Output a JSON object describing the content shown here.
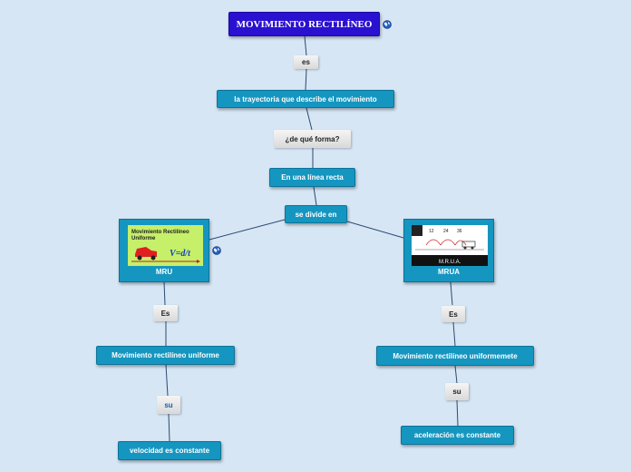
{
  "title": "MOVIMIENTO RECTILÍNEO",
  "links": {
    "es": "es",
    "forma": "¿de qué forma?",
    "es_mru": "Es",
    "es_mrua": "Es",
    "su_mru": "su",
    "su_mrua": "su"
  },
  "concepts": {
    "trayectoria": "la trayectoria que describe el movimiento",
    "linea_recta": "En una línea recta",
    "divide": "se divide en",
    "mru": "MRU",
    "mrua": "MRUA",
    "mru_def": "Movimiento rectilíneo uniforme",
    "mrua_def": "Movimiento rectilíneo uniformemete",
    "velocidad": "velocidad es constante",
    "aceleracion": "aceleración es constante"
  },
  "images": {
    "mru_img_title": "Movimiento Rectilíneo Uniforme",
    "mru_formula": "V=d/t",
    "mrua_ticks": [
      "12",
      "24",
      "36"
    ],
    "mrua_label": "M.R.U.A."
  },
  "icons": {
    "title_globe": "globe-icon",
    "mru_globe": "globe-icon"
  },
  "colors": {
    "concept": "#1596c0",
    "title": "#2a10d0",
    "background": "#d6e6f5"
  }
}
